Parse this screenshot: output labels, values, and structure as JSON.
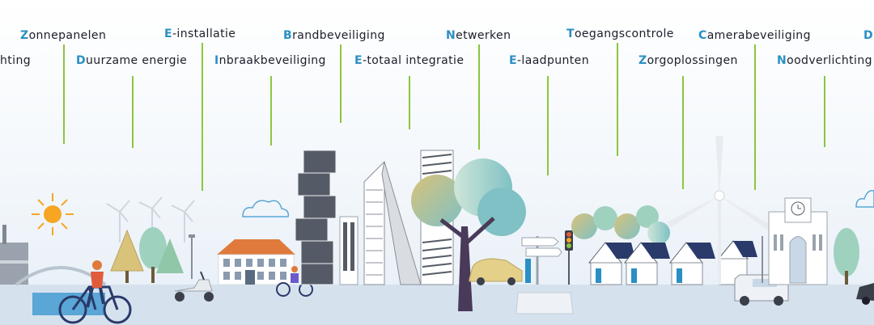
{
  "labels": [
    {
      "id": "zonnepanelen",
      "first": "Z",
      "rest": "onnepanelen"
    },
    {
      "id": "e-installatie",
      "first": "E",
      "rest": "-installatie"
    },
    {
      "id": "brandbeveiliging",
      "first": "B",
      "rest": "randbeveiliging"
    },
    {
      "id": "netwerken",
      "first": "N",
      "rest": "etwerken"
    },
    {
      "id": "toegangscontrole",
      "first": "T",
      "rest": "oegangscontrole"
    },
    {
      "id": "camerabeveiliging",
      "first": "C",
      "rest": "amerabeveiliging"
    },
    {
      "id": "d-partial",
      "first": "D",
      "rest": ""
    },
    {
      "id": "verlichting-partial",
      "first": "",
      "rest": "hting"
    },
    {
      "id": "duurzame-energie",
      "first": "D",
      "rest": "uurzame energie"
    },
    {
      "id": "inbraakbeveiliging",
      "first": "I",
      "rest": "nbraakbeveiliging"
    },
    {
      "id": "e-totaal-integratie",
      "first": "E",
      "rest": "-totaal integratie"
    },
    {
      "id": "e-laadpunten",
      "first": "E",
      "rest": "-laadpunten"
    },
    {
      "id": "zorgoplossingen",
      "first": "Z",
      "rest": "orgoplossingen"
    },
    {
      "id": "noodverlichting",
      "first": "N",
      "rest": "oodverlichting"
    }
  ],
  "colors": {
    "accent": "#2a8fc4",
    "stem": "#8cc63f",
    "text": "#1d1d2b",
    "road": "#c9d8e6",
    "building_gray": "#8a8f99",
    "roof_orange": "#e07a3c",
    "sun": "#f6a623",
    "tree_teal": "#7fc1c4",
    "tree_sand": "#d9c27a",
    "dark_trunk": "#4a3a5a"
  },
  "icons": [
    "sun-icon",
    "wind-turbine-icon",
    "tree-icon",
    "solar-panel-icon",
    "bicycle-icon",
    "scooter-icon",
    "car-icon",
    "van-icon",
    "traffic-light-icon",
    "signpost-icon",
    "cloud-icon",
    "clock-tower-icon"
  ]
}
